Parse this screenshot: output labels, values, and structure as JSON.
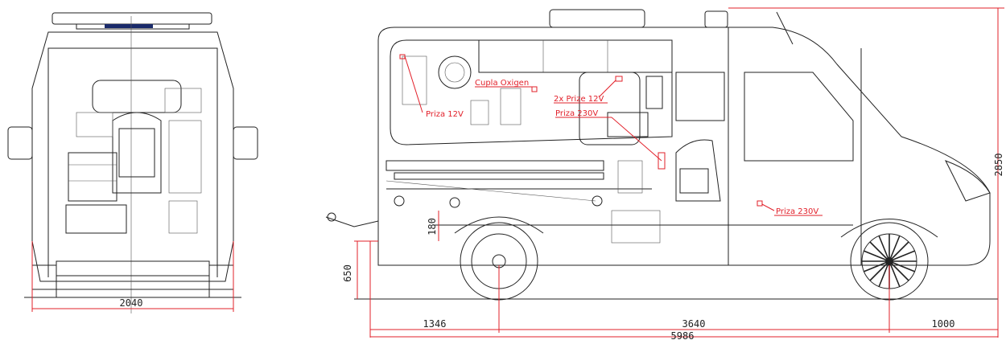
{
  "labels": {
    "outlet_12v": "Priza 12V",
    "oxygen_coupling": "Cupla Oxigen",
    "outlets_12v_double": "2x Prize 12V",
    "outlet_230v_inner": "Priza 230V",
    "outlet_230v_outer": "Priza 230V"
  },
  "dimensions": {
    "width_rear": "2040",
    "height_total": "2850",
    "floor_height": "650",
    "step_height": "180",
    "rear_overhang": "1346",
    "wheelbase": "3640",
    "front_overhang": "1000",
    "length_total": "5986"
  },
  "colors": {
    "annotation": "#e2202a",
    "linework": "#222222"
  }
}
